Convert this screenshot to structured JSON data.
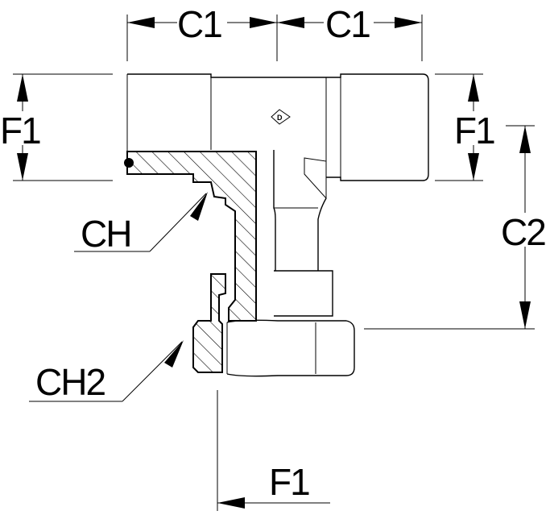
{
  "labels": {
    "c1_left": "C1",
    "c1_right": "C1",
    "f1_left": "F1",
    "f1_right": "F1",
    "c2": "C2",
    "ch": "CH",
    "ch2": "CH2",
    "f1_bottom": "F1"
  }
}
